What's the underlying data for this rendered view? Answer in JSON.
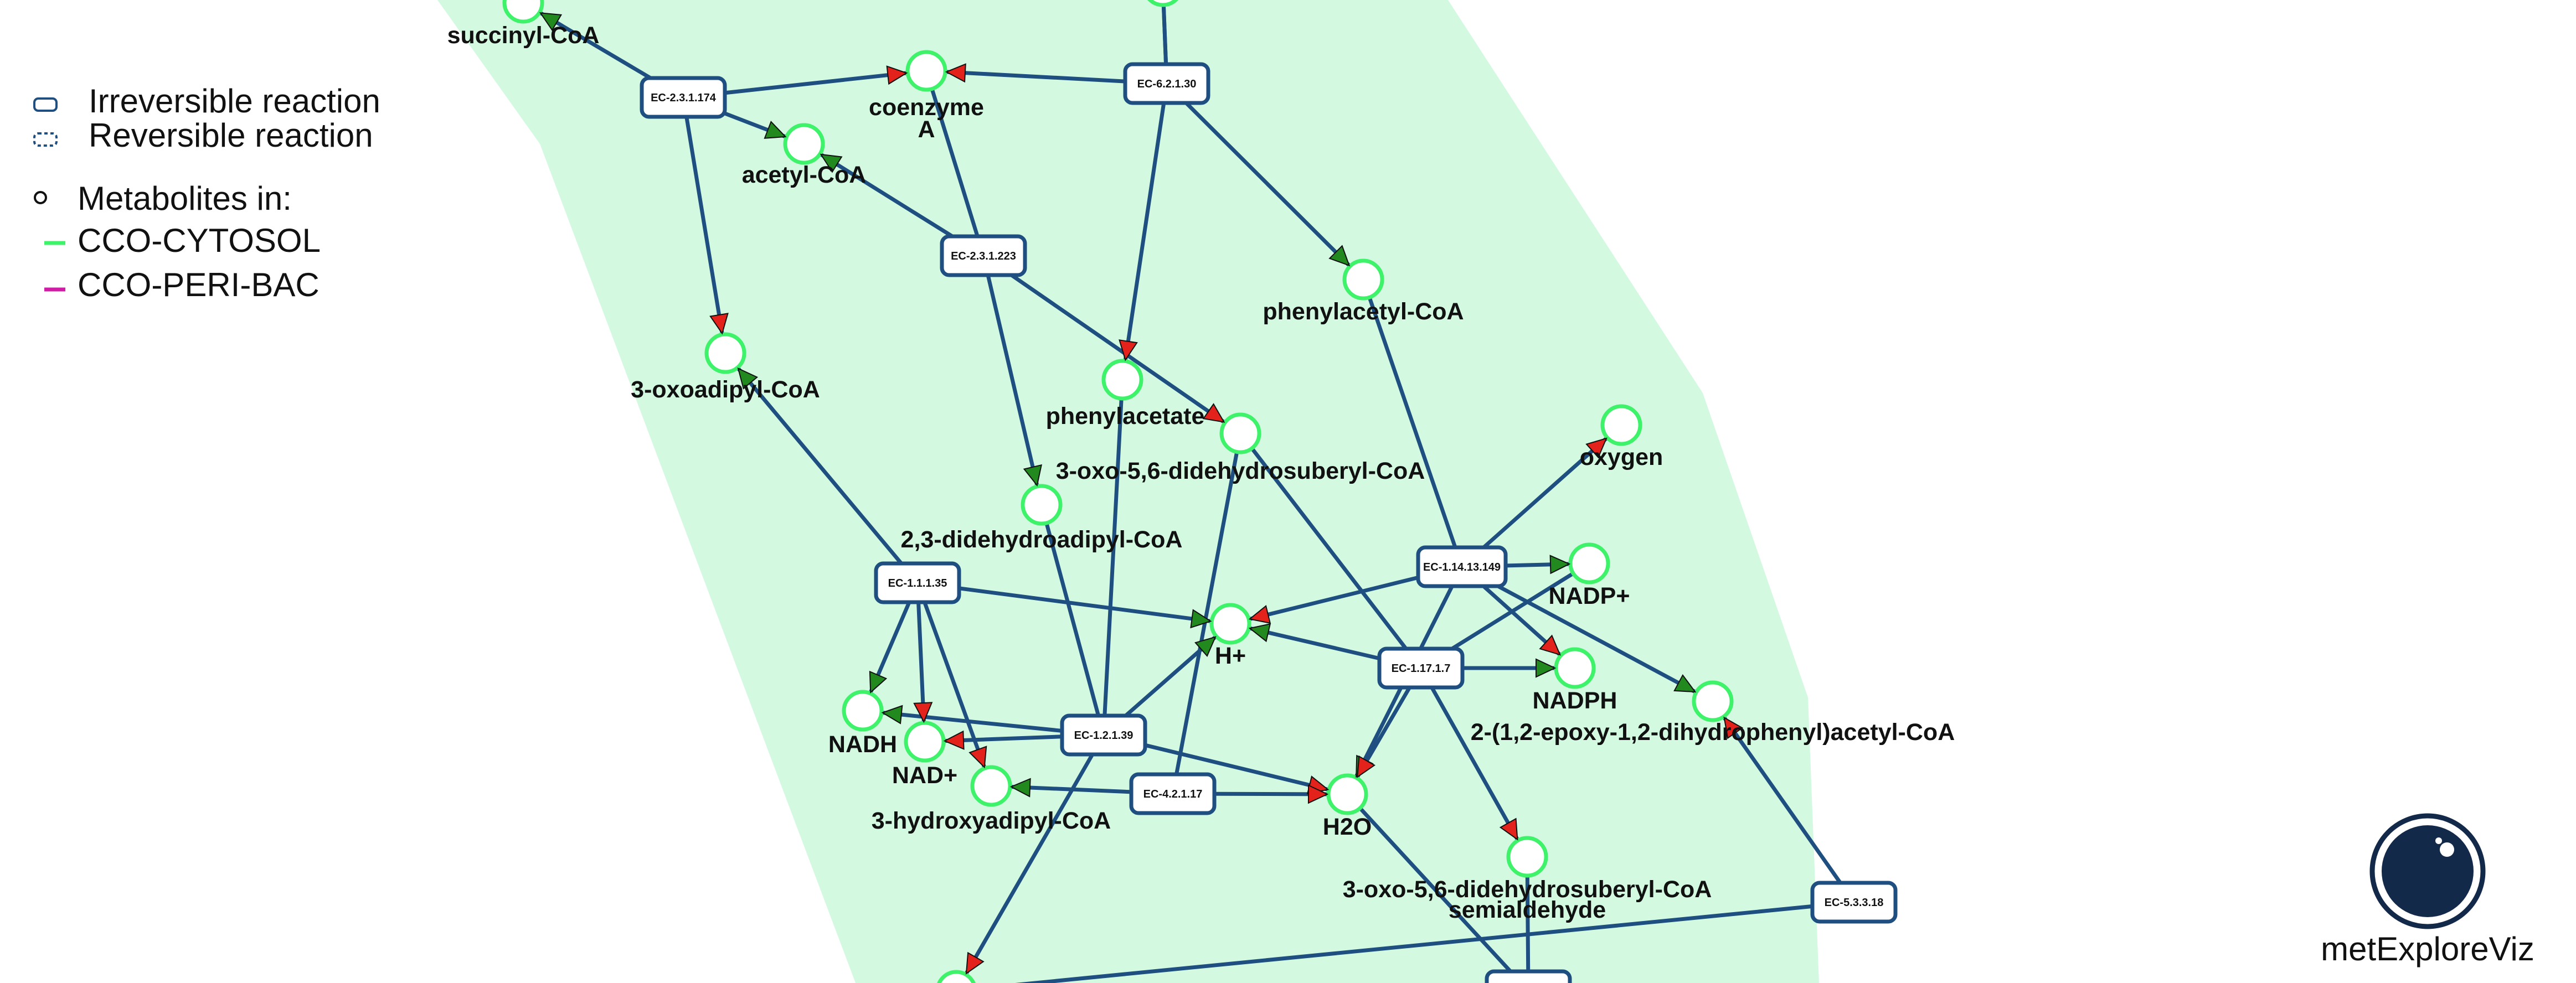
{
  "legend": {
    "irreversible": "Irreversible reaction",
    "reversible": "Reversible reaction",
    "metabolites_in": "Metabolites in:",
    "compartments": [
      {
        "name": "CCO-CYTOSOL",
        "color": "#3ef26a"
      },
      {
        "name": "CCO-PERI-BAC",
        "color": "#d01ca6"
      }
    ]
  },
  "colors": {
    "compartment_fill": "#d3fae1",
    "edge": "#1f4f80",
    "reaction_border": "#1f4f80",
    "metabolite_stroke": "#3ef26a",
    "arrow_product": "#22891f",
    "arrow_substrate": "#e3231b",
    "logo": "#13294a"
  },
  "logo_text": "metExploreViz",
  "metabolites": [
    {
      "id": "succinyl",
      "label": "succinyl-CoA"
    },
    {
      "id": "coa",
      "label": "coenzyme A"
    },
    {
      "id": "acetyl",
      "label": "acetyl-CoA"
    },
    {
      "id": "phenylacetylcoa",
      "label": "phenylacetyl-CoA"
    },
    {
      "id": "oxoadipyl",
      "label": "3-oxoadipyl-CoA"
    },
    {
      "id": "phenylacetate",
      "label": "phenylacetate"
    },
    {
      "id": "oxodidehydrosuberyl",
      "label": "3-oxo-5,6-didehydrosuberyl-CoA"
    },
    {
      "id": "oxygen",
      "label": "oxygen"
    },
    {
      "id": "didehydroadipyl",
      "label": "2,3-didehydroadipyl-CoA"
    },
    {
      "id": "nadpplus",
      "label": "NADP+"
    },
    {
      "id": "hplus",
      "label": "H+"
    },
    {
      "id": "nadph",
      "label": "NADPH"
    },
    {
      "id": "epoxy",
      "label": "2-(1,2-epoxy-1,2-dihydrophenyl)acetyl-CoA"
    },
    {
      "id": "nadh",
      "label": "NADH"
    },
    {
      "id": "nadplus",
      "label": "NAD+"
    },
    {
      "id": "hydroxyadipyl",
      "label": "3-hydroxyadipyl-CoA"
    },
    {
      "id": "h2o",
      "label": "H2O"
    },
    {
      "id": "semialdehyde",
      "label": "3-oxo-5,6-didehydrosuberyl-CoA semialdehyde"
    },
    {
      "id": "top_partial",
      "label": ""
    },
    {
      "id": "bottom_partial",
      "label": ""
    }
  ],
  "reactions": [
    {
      "id": "r_23174",
      "label": "EC-2.3.1.174"
    },
    {
      "id": "r_62130",
      "label": "EC-6.2.1.30"
    },
    {
      "id": "r_231223",
      "label": "EC-2.3.1.223"
    },
    {
      "id": "r_11135",
      "label": "EC-1.1.1.35"
    },
    {
      "id": "r_11413149",
      "label": "EC-1.14.13.149"
    },
    {
      "id": "r_11717",
      "label": "EC-1.17.1.7"
    },
    {
      "id": "r_12139",
      "label": "EC-1.2.1.39"
    },
    {
      "id": "r_42117",
      "label": "EC-4.2.1.17"
    },
    {
      "id": "r_53318",
      "label": "EC-5.3.3.18"
    },
    {
      "id": "r_bottom",
      "label": ""
    }
  ]
}
